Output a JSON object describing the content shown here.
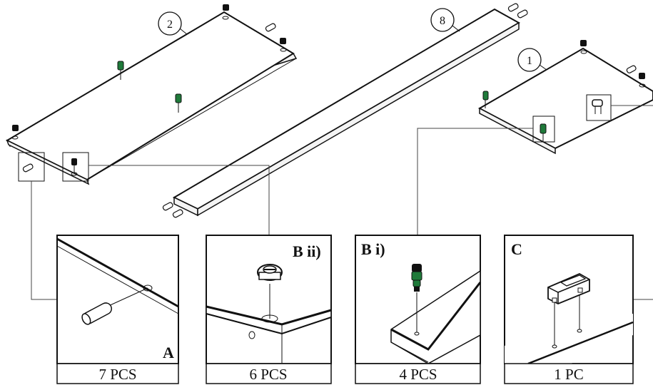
{
  "part_numbers": {
    "part_2": "2",
    "part_8": "8",
    "part_1": "1"
  },
  "detail_panels": [
    {
      "id": "A",
      "label": "A",
      "count": "7 PCS"
    },
    {
      "id": "Bii",
      "label": "B ii)",
      "count": "6 PCS"
    },
    {
      "id": "Bi",
      "label": "B i)",
      "count": "4 PCS"
    },
    {
      "id": "C",
      "label": "C",
      "count": "1 PC"
    }
  ],
  "colors": {
    "line": "#111111",
    "cam_bolt_green": "#1f7a3a",
    "background": "#ffffff"
  },
  "icons": [
    "wooden-dowel-icon",
    "cam-lock-nut-icon",
    "cam-bolt-icon",
    "shelf-support-clip-icon"
  ]
}
